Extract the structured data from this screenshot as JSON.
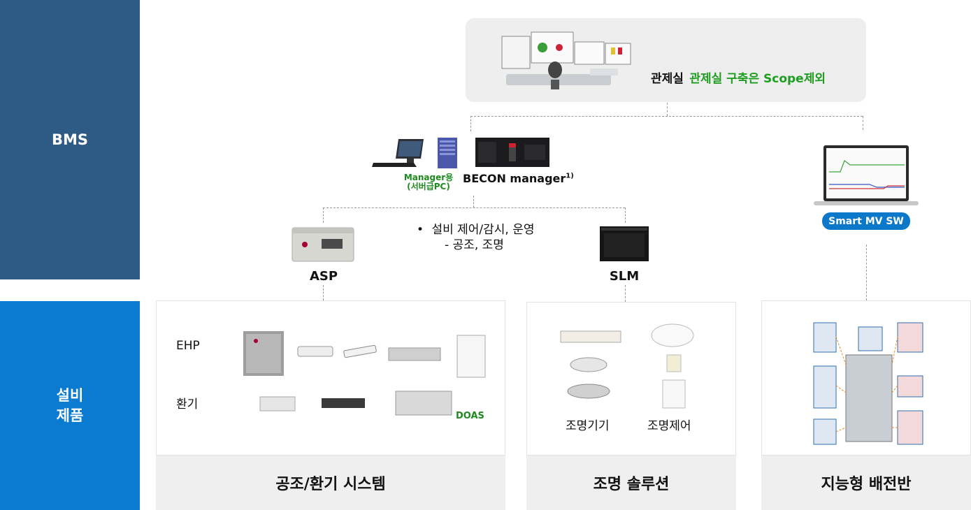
{
  "sidebar": {
    "bms": "BMS",
    "equipment_line1": "설비",
    "equipment_line2": "제품"
  },
  "control_room": {
    "title": "관제실",
    "note": "관제실 구축은 Scope제외"
  },
  "manager": {
    "pc_line1": "Manager용",
    "pc_line2": "(서버급PC)",
    "name": "BECON manager",
    "sup": "1)"
  },
  "features": {
    "bullet": "•",
    "line1": "설비 제어/감시, 운영",
    "line2": "- 공조, 조명"
  },
  "controllers": {
    "asp": "ASP",
    "slm": "SLM"
  },
  "smart_mv": {
    "label": "Smart MV SW"
  },
  "hvac": {
    "ehp": "EHP",
    "ventilation": "환기",
    "doas": "DOAS",
    "footer": "공조/환기 시스템"
  },
  "lighting": {
    "fixtures": "조명기기",
    "control": "조명제어",
    "footer": "조명 솔루션"
  },
  "switchboard": {
    "footer": "지능형 배전반"
  },
  "colors": {
    "bms_blue": "#2e5b85",
    "equipment_blue": "#0b7bd1",
    "note_green": "#1e9e1e",
    "pill_blue": "#0b78c9"
  }
}
